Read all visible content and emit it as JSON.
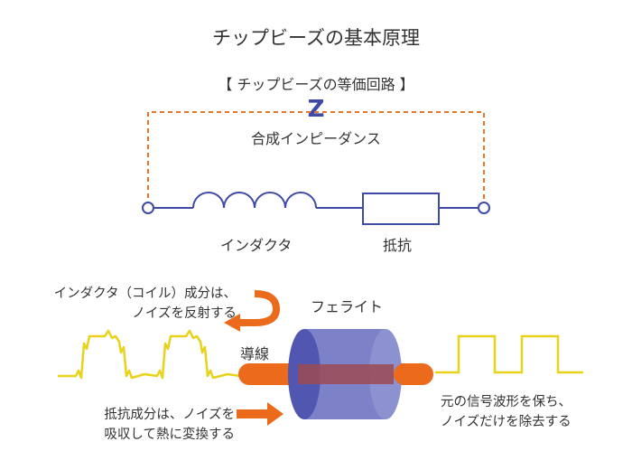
{
  "title": "チップビーズの基本原理",
  "equivalent_circuit": {
    "heading": "【 チップビーズの等価回路 】",
    "impedance_symbol": "Z",
    "impedance_label": "合成インピーダンス",
    "inductor_label": "インダクタ",
    "resistor_label": "抵抗"
  },
  "mechanism": {
    "reflect_line1": "インダクタ（コイル）成分は、",
    "reflect_line2": "ノイズを反射する",
    "ferrite_label": "フェライト",
    "conductor_label": "導線",
    "absorb_line1": "抵抗成分は、ノイズを",
    "absorb_line2": "吸収して熱に変換する",
    "output_line1": "元の信号波形を保ち、",
    "output_line2": "ノイズだけを除去する"
  },
  "colors": {
    "circuit_line": "#3f4aa6",
    "dashed_bracket": "#e8742a",
    "arrow": "#ec6a1c",
    "signal": "#e8d21a",
    "ferrite": "#7d82c8",
    "text": "#333333"
  },
  "icons": [
    "u-turn-arrow-icon",
    "right-arrow-icon",
    "inductor-coil-icon",
    "resistor-icon",
    "terminal-icon"
  ]
}
